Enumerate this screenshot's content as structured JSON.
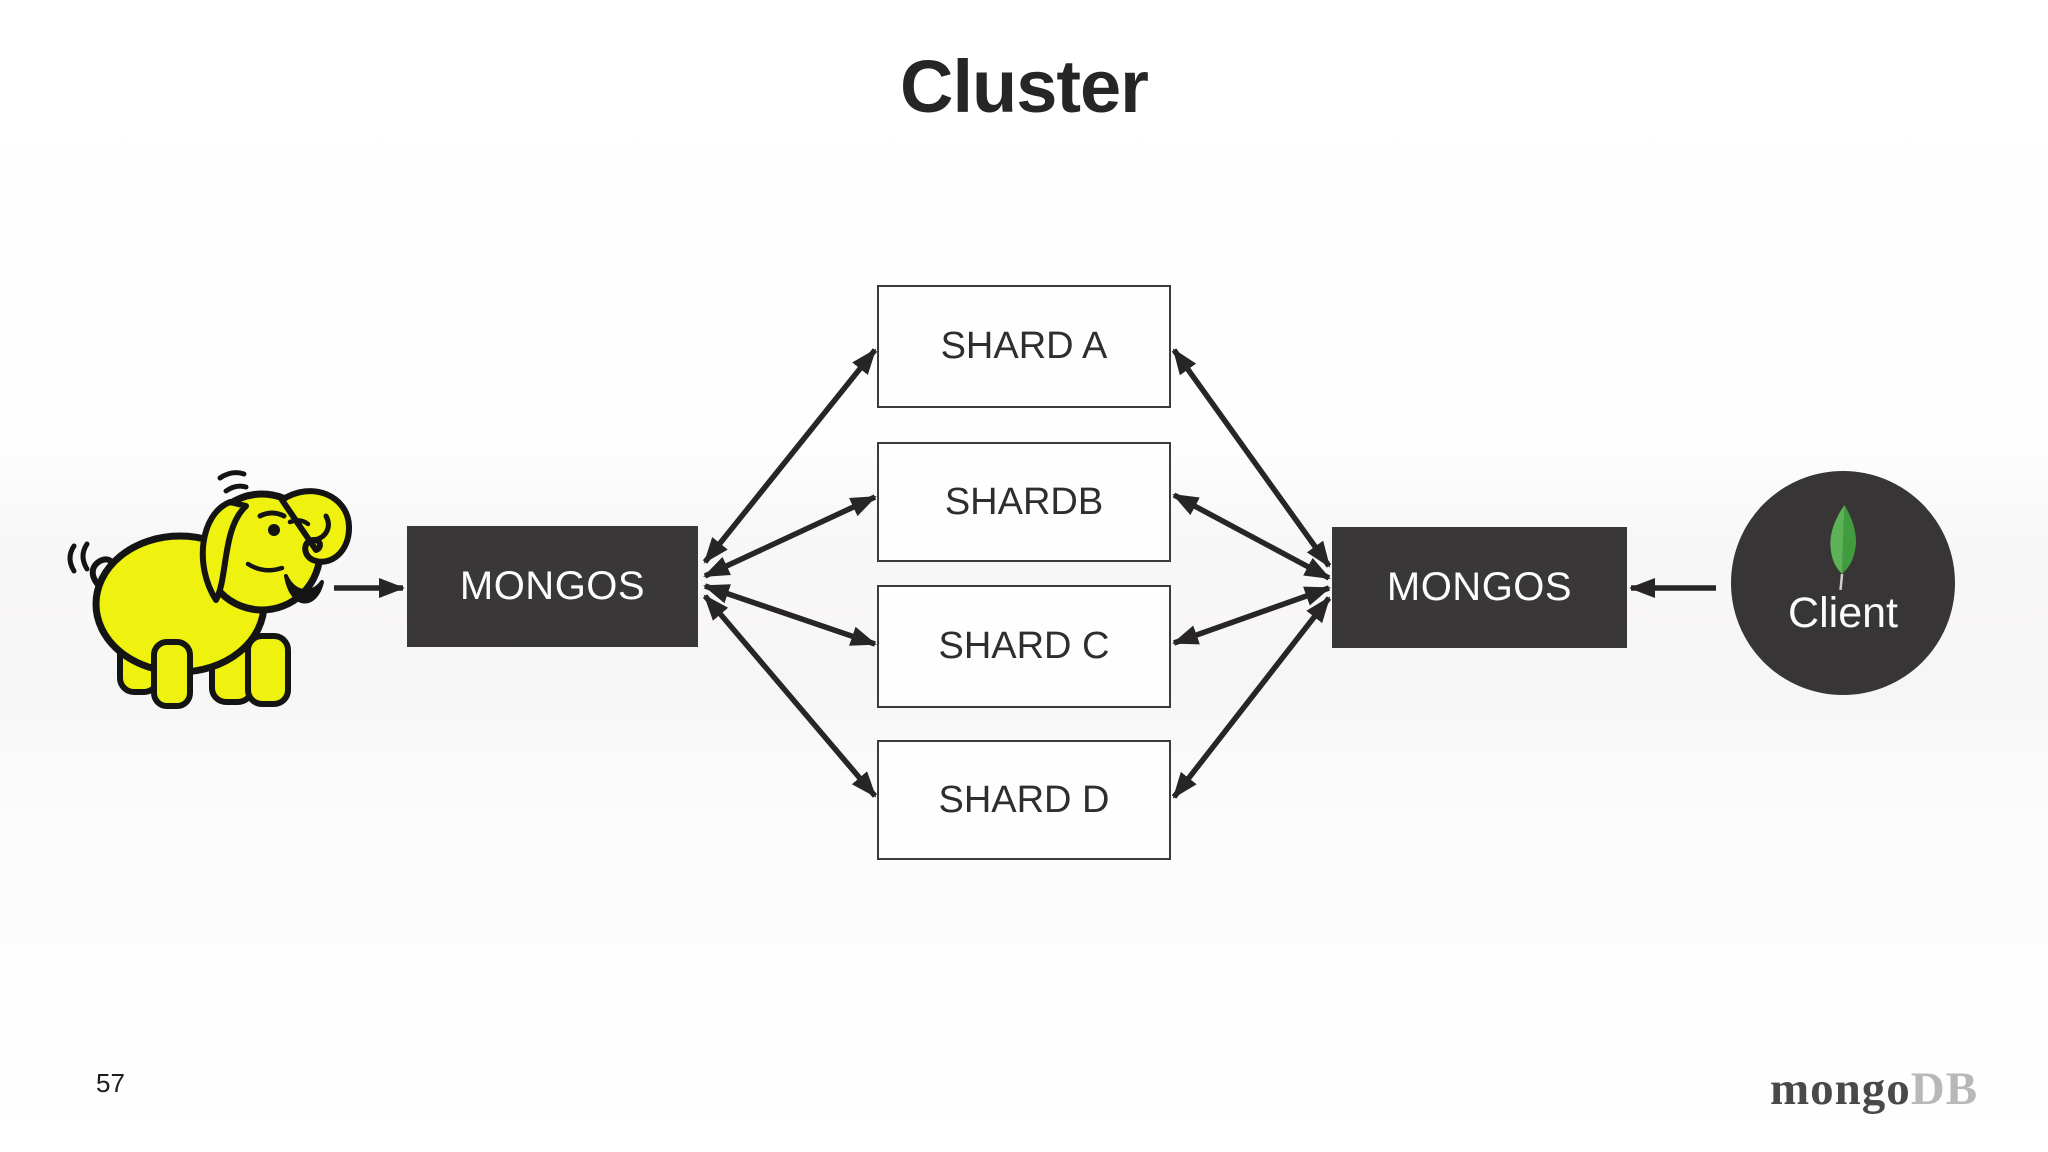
{
  "slide": {
    "title": "Cluster",
    "page_number": "57",
    "footer_logo": {
      "prefix": "mongo",
      "suffix": "DB"
    }
  },
  "diagram": {
    "mongos_left": {
      "label": "MONGOS"
    },
    "mongos_right": {
      "label": "MONGOS"
    },
    "shards": [
      {
        "label": "SHARD A"
      },
      {
        "label": "SHARDB"
      },
      {
        "label": "SHARD C"
      },
      {
        "label": "SHARD D"
      }
    ],
    "client": {
      "label": "Client"
    },
    "connections": [
      "hadoop-elephant -> mongos-left",
      "mongos-left <-> shard-a",
      "mongos-left <-> shard-b",
      "mongos-left <-> shard-c",
      "mongos-left <-> shard-d",
      "mongos-right <-> shard-a",
      "mongos-right <-> shard-b",
      "mongos-right <-> shard-c",
      "mongos-right <-> shard-d",
      "client -> mongos-right"
    ]
  },
  "icons": {
    "hadoop_elephant": "hadoop-elephant-icon",
    "mongodb_leaf": "mongodb-leaf-icon"
  },
  "colors": {
    "node_dark": "#3a3738",
    "shard_border": "#3c3b3b",
    "arrow": "#272526",
    "elephant_yellow": "#eef20e",
    "leaf_green_light": "#5cb254",
    "leaf_green_dark": "#419b3f",
    "logo_dark": "#4a484b",
    "logo_light": "#b9b7ba",
    "text_on_dark": "#fdfdfd",
    "text_dark": "#2f2e2e",
    "background": "#fbfafa"
  }
}
